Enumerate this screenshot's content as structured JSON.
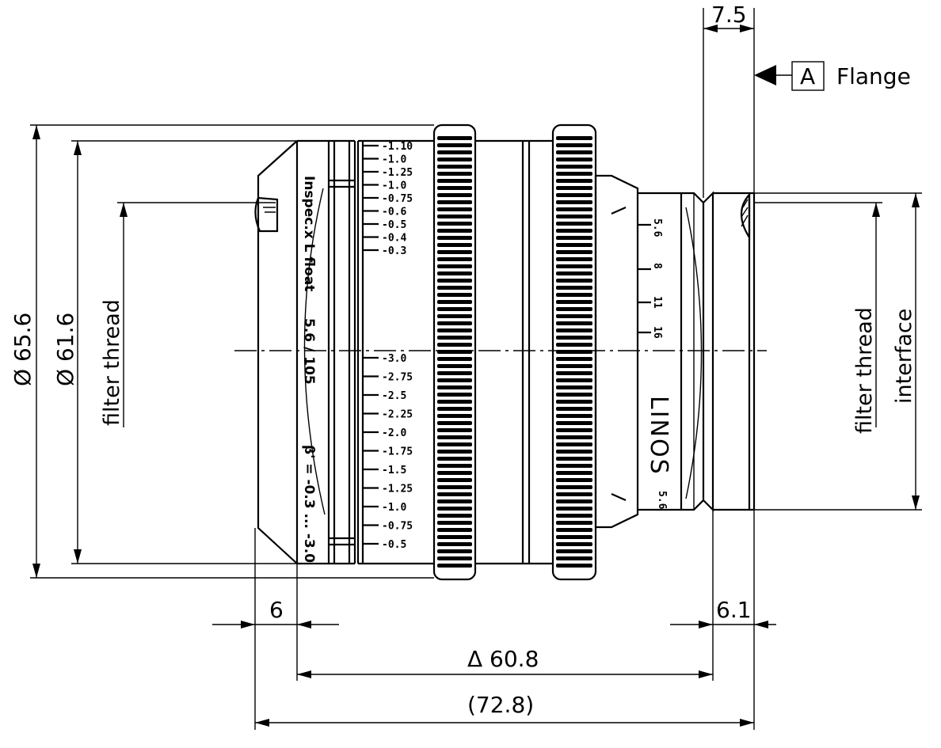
{
  "dimensions": {
    "top_width": "7.5",
    "dia_outer": "Ø 65.6",
    "dia_inner": "Ø 61.6",
    "left_offset": "6",
    "right_offset": "6.1",
    "flange_length": "Δ 60.8",
    "total_length": "(72.8)"
  },
  "datum": {
    "letter": "A",
    "label": "Flange"
  },
  "labels": {
    "filter_thread_left": "filter thread",
    "filter_thread_right": "filter thread",
    "interface": "interface"
  },
  "engraving": {
    "lens_name": "Inspec.x L float",
    "aperture": "5.6 / 105",
    "beta": "β' = -0.3 ... -3.0",
    "brand": "LINOS",
    "scale_upper": [
      "-1.10",
      "-1.0",
      "-1.25",
      "-1.0",
      "-0.75",
      "-0.6",
      "-0.5",
      "-0.4",
      "-0.3"
    ],
    "scale_lower": [
      "-3.0",
      "-2.75",
      "-2.5",
      "-2.25",
      "-2.0",
      "-1.75",
      "-1.5",
      "-1.25",
      "-1.0",
      "-0.75",
      "-0.5"
    ],
    "f_stops": [
      "5.6",
      "8",
      "11",
      "16"
    ],
    "f_stop_bottom": "5.6"
  }
}
